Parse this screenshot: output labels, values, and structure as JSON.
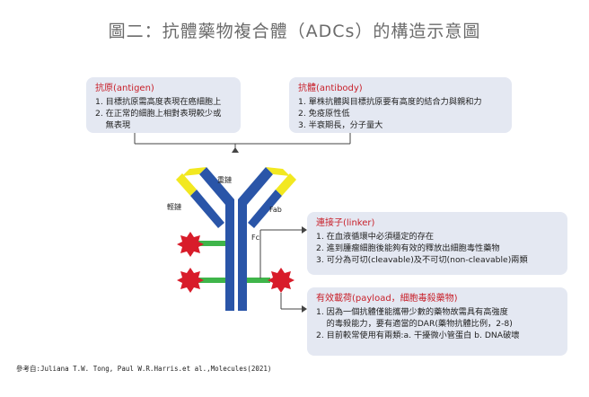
{
  "title": "圖二：抗體藥物複合體（ADCs）的構造示意圖",
  "antigen": {
    "heading": "抗原(antigen)",
    "items": [
      "1. 目標抗原需高度表現在癌細胞上",
      "2. 在正常的細胞上相對表現較少或",
      "    無表現"
    ]
  },
  "antibody": {
    "heading": "抗體(antibody)",
    "items": [
      "1. 單株抗體與目標抗原要有高度的結合力與親和力",
      "2. 免疫原性低",
      "3. 半衰期長，分子量大"
    ]
  },
  "linker": {
    "heading": "連接子(linker)",
    "items": [
      "1. 在血液循環中必須穩定的存在",
      "2. 進到腫瘤細胞後能夠有效的釋放出細胞毒性藥物",
      "3. 可分為可切(cleavable)及不可切(non-cleavable)兩類"
    ]
  },
  "payload": {
    "heading": "有效載荷(payload，細胞毒殺藥物)",
    "items": [
      "1. 因為一個抗體僅能攜帶少數的藥物故需具有高強度",
      "    的毒殺能力，要有適當的DAR(藥物抗體比例，2-8)",
      "2. 目前較常使用有兩類:a. 干擾微小管蛋白 b. DNA破壞"
    ]
  },
  "labels": {
    "heavy_chain": "重鏈",
    "light_chain": "輕鏈",
    "fab": "Fab",
    "fc": "Fc"
  },
  "reference": "參考自:Juliana T.W. Tong, Paul W.R.Harris.et al.,Molecules(2021)",
  "colors": {
    "heavy_chain": "#2a55a8",
    "light_chain": "#2a55a8",
    "variable_region": "#f2e820",
    "linker": "#3fb54a",
    "payload": "#d81c2a",
    "box_bg": "#e4e8f2",
    "heading": "#c8202a"
  }
}
